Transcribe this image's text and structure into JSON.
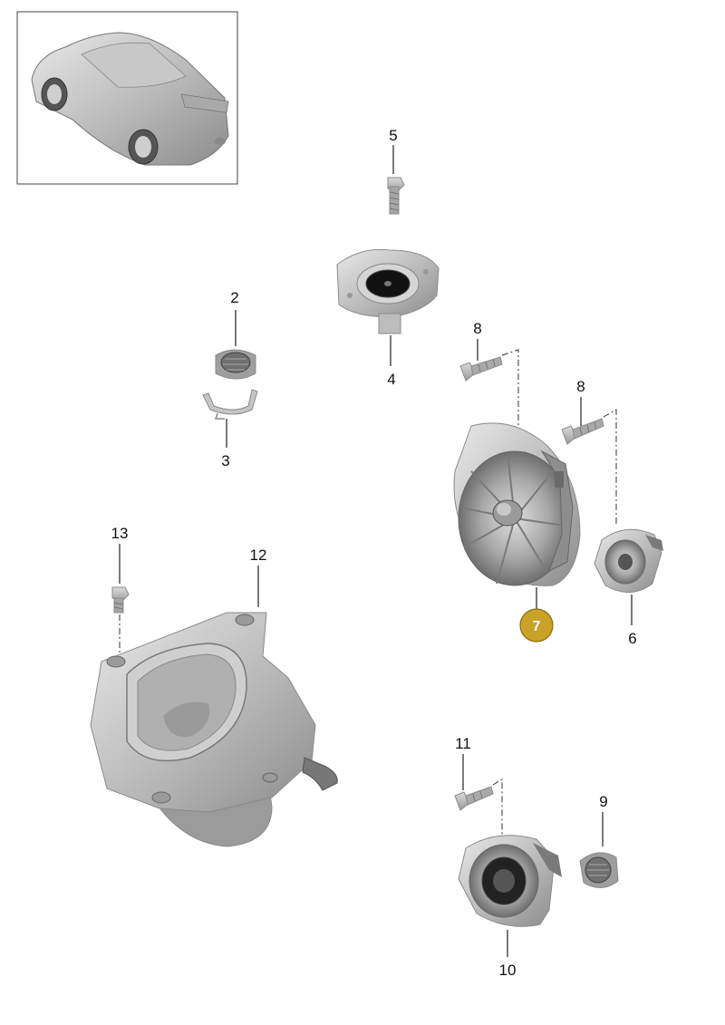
{
  "diagram": {
    "callouts": [
      {
        "id": "5",
        "label": "5"
      },
      {
        "id": "2",
        "label": "2"
      },
      {
        "id": "4",
        "label": "4"
      },
      {
        "id": "3",
        "label": "3"
      },
      {
        "id": "8a",
        "label": "8"
      },
      {
        "id": "8b",
        "label": "8"
      },
      {
        "id": "13",
        "label": "13"
      },
      {
        "id": "12",
        "label": "12"
      },
      {
        "id": "7",
        "label": "7"
      },
      {
        "id": "6",
        "label": "6"
      },
      {
        "id": "11",
        "label": "11"
      },
      {
        "id": "9",
        "label": "9"
      },
      {
        "id": "10",
        "label": "10"
      }
    ],
    "highlighted_callout": "7",
    "colors": {
      "highlight_fill": "#c9a227",
      "highlight_stroke": "#8a6d12",
      "part_light": "#d9d9d9",
      "part_mid": "#b5b5b5",
      "part_dark": "#7d7d7d",
      "part_black": "#222222"
    },
    "icons": [
      "car-thumbnail-icon"
    ]
  }
}
